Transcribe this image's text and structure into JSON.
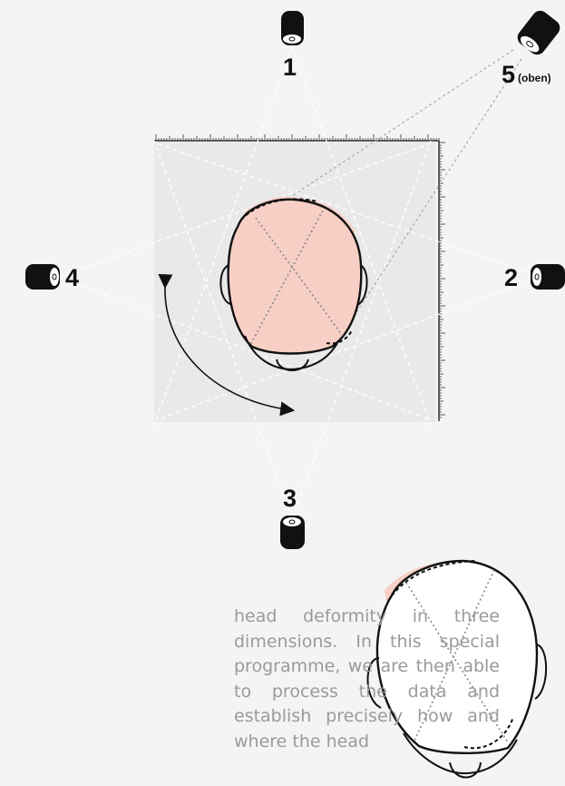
{
  "cameras": {
    "cam1": {
      "label": "1"
    },
    "cam2": {
      "label": "2"
    },
    "cam3": {
      "label": "3"
    },
    "cam4": {
      "label": "4"
    },
    "cam5": {
      "label": "5",
      "sublabel": "(oben)"
    }
  },
  "text": {
    "paragraph": "head deformity in three dimensions. In this special programme, we are then able to process the data and establish precisely how and where the head"
  },
  "colors": {
    "background": "#f4f4f4",
    "scan_area": "#e8e8e8",
    "deformity_fill": "#f7cfc5",
    "outline": "#111111",
    "text": "#9a9a9a"
  }
}
